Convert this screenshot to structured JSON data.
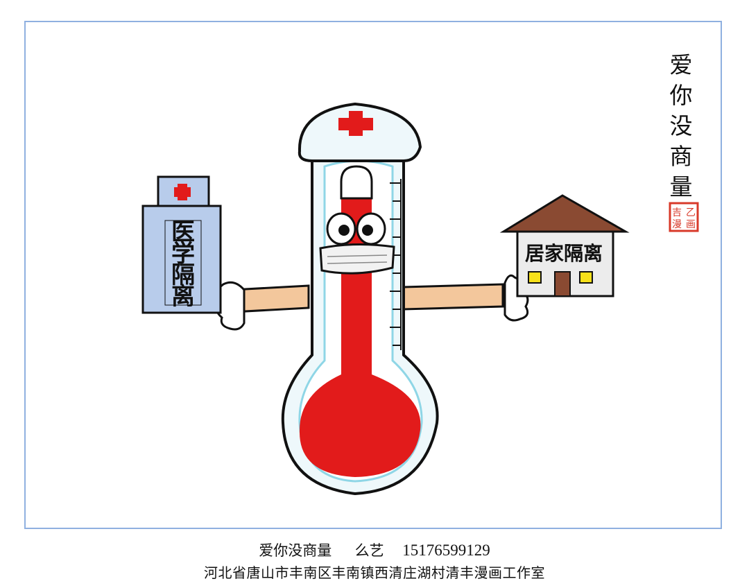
{
  "vertical_title": [
    "爱",
    "你",
    "没",
    "商",
    "量"
  ],
  "seal": {
    "chars": [
      "吉",
      "乙",
      "漫",
      "画"
    ],
    "color": "#d83a2a"
  },
  "box_label": [
    "医",
    "学",
    "隔",
    "离"
  ],
  "house_label": "居家隔离",
  "footer": {
    "title": "爱你没商量",
    "author": "么艺",
    "phone": "15176599129",
    "address": "河北省唐山市丰南区丰南镇西清庄湖村清丰漫画工作室"
  },
  "colors": {
    "red": "#e21b1b",
    "frame_border": "#8fb0e0",
    "box_blue": "#b8cceb",
    "arm_skin": "#f3c79c",
    "roof_brown": "#8a4a32",
    "window_yellow": "#f7e11a"
  }
}
